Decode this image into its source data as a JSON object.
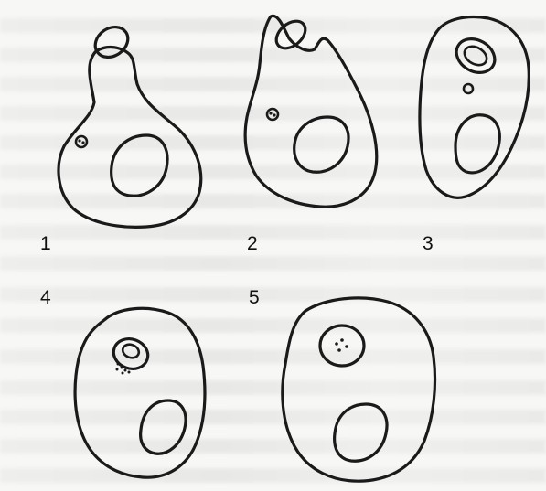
{
  "panels": [
    {
      "label": "1",
      "stage": 1
    },
    {
      "label": "2",
      "stage": 2
    },
    {
      "label": "3",
      "stage": 3
    },
    {
      "label": "4",
      "stage": 4
    },
    {
      "label": "5",
      "stage": 5
    }
  ],
  "colors": {
    "ink": "#1a1a1a",
    "paper": "#f7f7f5"
  }
}
